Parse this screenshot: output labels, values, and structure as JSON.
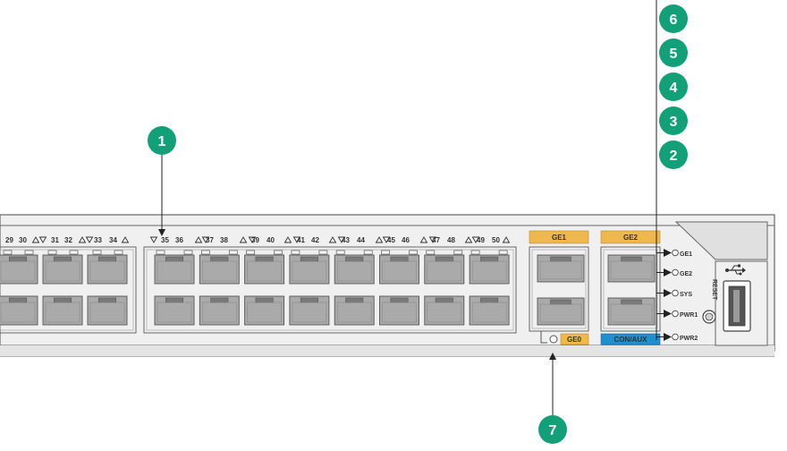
{
  "colors": {
    "callout": "#12a078",
    "panel_fill": "#f0f0f0",
    "panel_stroke": "#666666",
    "port_fill": "#aaaaaa",
    "port_dark": "#7a7a7a",
    "tag_orange": "#f0b84a",
    "tag_blue": "#1e90d0"
  },
  "callouts": [
    {
      "id": "callout-1",
      "text": "1"
    },
    {
      "id": "callout-2",
      "text": "2"
    },
    {
      "id": "callout-3",
      "text": "3"
    },
    {
      "id": "callout-4",
      "text": "4"
    },
    {
      "id": "callout-5",
      "text": "5"
    },
    {
      "id": "callout-6",
      "text": "6"
    },
    {
      "id": "callout-7",
      "text": "7"
    }
  ],
  "port_labels": {
    "left_group": [
      "29",
      "30",
      "31",
      "32",
      "33",
      "34"
    ],
    "right_group": [
      "35",
      "36",
      "37",
      "38",
      "39",
      "40",
      "41",
      "42",
      "43",
      "44",
      "45",
      "46",
      "47",
      "48",
      "49",
      "50"
    ]
  },
  "combo_ports": {
    "ge1_tag": "GE1",
    "ge2_tag": "GE2",
    "ge0_tag": "GE0",
    "console_tag": "CON/AUX"
  },
  "status_leds": [
    "GE1",
    "GE2",
    "SYS",
    "PWR1",
    "PWR2"
  ],
  "reset_label": "RESET",
  "usb_icon": "usb-icon"
}
